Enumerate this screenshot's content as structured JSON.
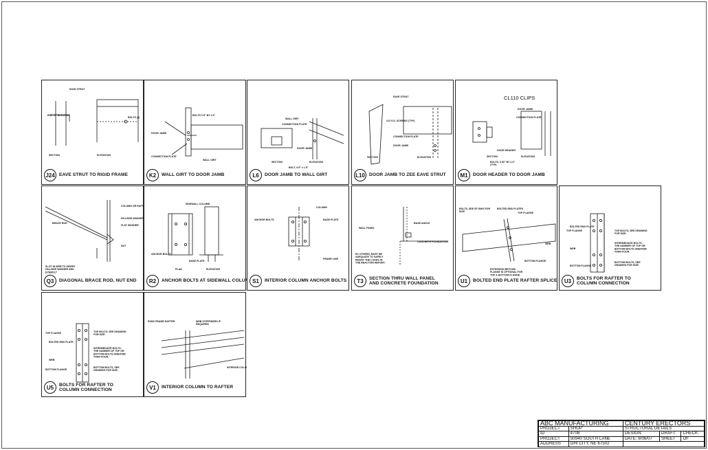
{
  "details": [
    {
      "id": "J24",
      "title": "EAVE STRUT TO RIGID FRAME",
      "labels": [
        "EAVE STRUT",
        "END OF BUILDING",
        "BOLTS (4)",
        "SECTION",
        "ELEVATION"
      ]
    },
    {
      "id": "K2",
      "title": "WALL GIRT TO DOOR JAMB",
      "labels": [
        "BOLTS 0.5\" BY 1.0\"",
        "DOOR JAMB",
        "CONNECTION PLATE",
        "WALL GIRT"
      ]
    },
    {
      "id": "L6",
      "title": "DOOR JAMB TO WALL GIRT",
      "labels": [
        "WALL GIRT",
        "CONNECTION PLATE",
        "DOOR JAMB",
        "SECTION",
        "ELEVATION",
        "BOLT, 0.5\" x 1.5\""
      ]
    },
    {
      "id": "L10",
      "title": "DOOR JAMB TO ZEE EAVE STRUT",
      "labels": [
        "EAVE STRUT",
        "#12 S.D. SCREWS (TYP)",
        "CONNECTION PLATE",
        "DOOR JAMB",
        "SECTION",
        "ELEVATION"
      ]
    },
    {
      "id": "M1",
      "title": "DOOR HEADER TO DOOR JAMB",
      "heading": "CL110 CLIPS",
      "labels": [
        "DOOR JAMB",
        "CONNECTION PLATE",
        "DOOR HEADER",
        "SECTION",
        "ELEVATION",
        "BOLTS, 0.50\" BY 1.0\" (TYP)"
      ]
    },
    {
      "id": "Q3",
      "title": "DIAGONAL BRACE ROD, NUT END",
      "labels": [
        "COLUMN OR RAFTER WEB",
        "HILLSIDE WASHER",
        "FLAT WASHER",
        "BRACE ROD",
        "NUT",
        "SLOT IN WEB TO INSERT HILLSIDE WASHER AND EYEBOLT"
      ]
    },
    {
      "id": "R2",
      "title": "ANCHOR BOLTS AT SIDEWALL COLUMN",
      "labels": [
        "SIDEWALL COLUMN",
        "ANCHOR BOLTS",
        "BASE PLATE",
        "PLAN",
        "ELEVATION"
      ]
    },
    {
      "id": "S1",
      "title": "INTERIOR COLUMN ANCHOR BOLTS",
      "labels": [
        "COLUMN",
        "ANCHOR BOLTS",
        "BASE PLATE",
        "FRAME LINE"
      ]
    },
    {
      "id": "T3",
      "title": "SECTION THRU WALL PANEL\nAND CONCRETE FOUNDATION",
      "labels": [
        "BASE ANGLE",
        "WALL PANEL",
        "CONCRETE FOUNDATION",
        "BY OTHERS, MUST BE ADEQUATE TO SAFELY RESIST THE LOADS IN THE REACTION REPORT."
      ]
    },
    {
      "id": "U1",
      "title": "BOLTED END PLATE RAFTER SPLICE",
      "labels": [
        "BOLTS, SEE SF DWG FOR SIZE",
        "BOLTED END PLATES",
        "TOP FLANGE",
        "WEB",
        "BOTTOM FLANGE",
        "EXTENSION BEYOND FLANGE IS OPTIONAL FOR TOP & BOTTOM FLANGE."
      ]
    },
    {
      "id": "U3",
      "title": "BOLTS FOR RAFTER TO\nCOLUMN CONNECTION",
      "labels": [
        "BOLTED END PLATE",
        "TOP FLANGE",
        "WEB",
        "BOTTOM FLANGE",
        "TOP BOLTS, SEE DRAWING FOR SIZE.",
        "INTERMEDIATE BOLTS, THE NUMBER OF TOP OR BOTTOM BOLTS GREATER THAN FOUR.",
        "BOTTOM BOLTS, SEE DRAWING FOR SIZE."
      ]
    },
    {
      "id": "U5",
      "title": "BOLTS FOR RAFTER TO\nCOLUMN CONNECTION",
      "labels": [
        "TOP FLANGE",
        "BOLTED END PLATE",
        "WEB",
        "BOTTOM FLANGE",
        "TOP BOLTS, SEE DRAWING FOR SIZE.",
        "INTERMEDIATE BOLTS, THE NUMBER OF TOP OR BOTTOM BOLTS GREATER THAN FOUR.",
        "BOTTOM BOLTS, SEE DRAWING FOR SIZE."
      ]
    },
    {
      "id": "V1",
      "title": "INTERIOR COLUMN TO RAFTER",
      "labels": [
        "RIGID FRAME RAFTER",
        "WEB STIFFENERS IF REQUIRED",
        "INTERIOR COLUMN"
      ]
    }
  ],
  "title_block": {
    "company": "ABC MANUFACTURING",
    "erector": "CENTURY ERECTORS",
    "rows": [
      {
        "k": "PROJECT",
        "v": "SHOP",
        "r": "STRUCTURAL DETAILS"
      },
      {
        "k": "ID",
        "v": "4708",
        "r1": "DESIGN:",
        "r2": "DRAFT:",
        "r3": "CHECK:"
      },
      {
        "k": "PROJECT",
        "v": "50940 SOUTH LANE",
        "r1": "DATE: 9/06/07",
        "r2": "SHEET",
        "r3": "OF"
      },
      {
        "k": "ADDRESS",
        "v": "GHI CITY, NE 67502"
      }
    ]
  }
}
